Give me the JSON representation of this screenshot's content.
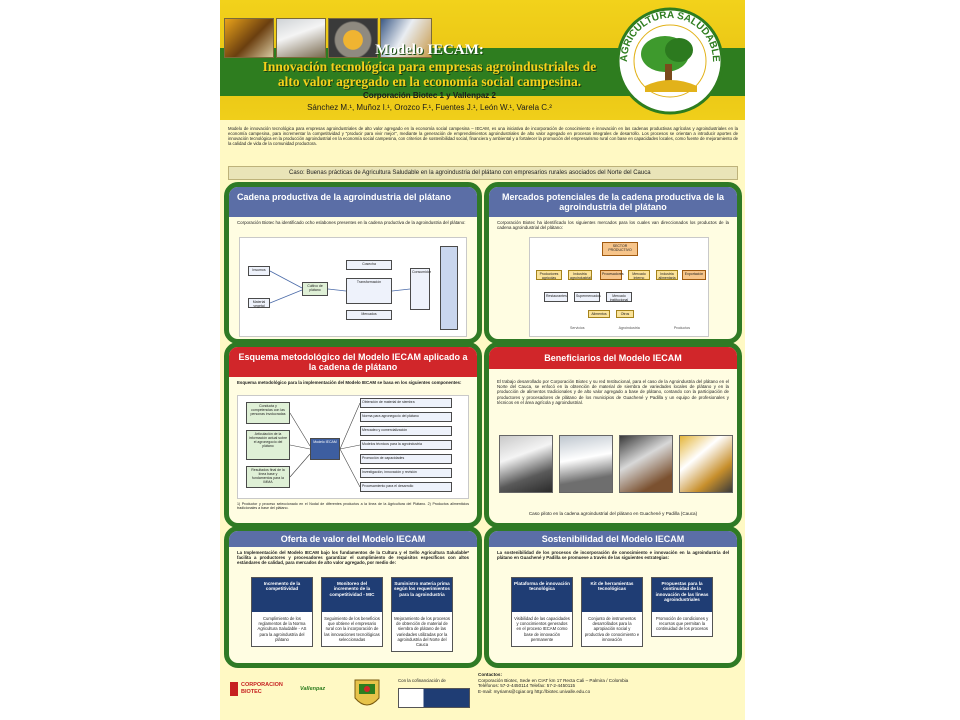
{
  "header": {
    "title": "Modelo IECAM:",
    "subtitle_1": "Innovación tecnológica para empresas agroindustriales de",
    "subtitle_2": "alto valor agregado en la economía social campesina.",
    "organization": "Corporación Biotec 1 y Vallenpaz 2",
    "authors": "Sánchez M.¹, Muñoz I.¹, Orozco F.¹, Fuentes J.¹, León W.¹, Varela C.²",
    "logo_text": "AGRICULTURA SALUDABLE"
  },
  "intro": "Modelo de innovación tecnológica para empresas agroindustriales de alto valor agregado en la economía social campesina – IECAM, es una iniciativa de incorporación de conocimiento e innovación en las cadenas productivas agrícolas y agroindustriales en la economía campesina, para incrementar la competitividad y \"producir para vivir mejor\", mediante la generación de emprendimientos agroindustriales de alto valor agregado en procesos integrales de desarrollo. Los procesos se orientan a introducir aportes de innovación tecnológica en la producción agroindustrial en la economía social campesina, con criterios de sostenibilidad social, financiera y ambiental y a fortalecer la promoción del empresarismo rural con base en capacidades locales, como fuente de mejoramiento de la calidad de vida de la comunidad productora.",
  "caso": "Caso: Buenas prácticas de Agricultura Saludable en la agroindustria del plátano con empresarios rurales asociados del Norte del Cauca",
  "cadena": {
    "title": "Cadena productiva de la agroindustria del plátano",
    "text": "Corporación Biotec ha identificado ocho eslabones presentes en la cadena productiva de la agroindustria del plátano:",
    "nodes": [
      "Insumos",
      "Material vegetal",
      "Cultivo de plátano",
      "Cosecha",
      "Transformación",
      "Mercados",
      "Consumidor"
    ]
  },
  "mercados": {
    "title": "Mercados potenciales de la cadena productiva de la agroindustria del plátano",
    "text": "Corporación Biotec ha identificado los siguientes mercados para los cuales van direccionados los productos de la cadena agroindustrial del plátano:",
    "center": "SECTOR PRODUCTIVO",
    "nodes": [
      "Productores agrícolas",
      "Industria agroindustrial",
      "Procesadores",
      "Mercado interno",
      "Industria alimentaria",
      "Exportación",
      "Restaurantes",
      "Supermercados",
      "Mercado institucional",
      "Alimentos",
      "Otros"
    ],
    "legend": [
      "Servicios",
      "Agroindustria",
      "Productos"
    ]
  },
  "esquema": {
    "title": "Esquema metodológico del Modelo IECAM aplicado a la cadena de plátano",
    "text": "Esquema metodológico para la implementación del Modelo IECAM se basa en los siguientes componentes:",
    "left_items": [
      "Conducta y competencias con las personas involucradas",
      "Articulación de la información actual sobre el agronegocio del plátano",
      "Resultados final de la línea base y fundamentos para la IMMA"
    ],
    "center": "Modelo IECAM",
    "right_items": [
      "Obtención de material de siembra",
      "Norma para agronegocio del plátano",
      "Mercadeo y comercialización",
      "Modelos técnicos para la agroindustria",
      "Promoción de capacidades",
      "Investigación, innovación y revisión",
      "Procesamiento para el desarrollo"
    ],
    "note": "1) Productor y proceso seleccionado en el Nodal de diferentes productos a la línea de la Agricultura del Plátano. 2) Productos alimenticios tradicionales a base del plátano."
  },
  "beneficiarios": {
    "title": "Beneficiarios del Modelo IECAM",
    "text": "El trabajo desarrollado por Corporación Biotec y su red Institucional, para el caso de la Agroindustria del plátano en el Norte del Cauca, se enfocó en la obtención de material de siembra de variedades locales de plátano y en la producción de alimentos tradicionales y de alto valor agregado a base de plátano, contando con la participación de productores y procesadores de plátano de los municipios de Guachené y Padilla y un equipo de profesionales y técnicos en el área agrícola y agroindustrial.",
    "caption": "Caso piloto en la cadena agroindustrial del plátano en Guachené y Padilla (Cauca)"
  },
  "oferta": {
    "title": "Oferta de valor del Modelo IECAM",
    "text": "La Implementación del Modelo IECAM bajo los fundamentos de la Cultura y el Sello Agricultura Saludable* facilita a productores y procesadores garantizar el cumplimiento de requisitos específicos con altos estándares de calidad, para mercados de alto valor agregado, por medio de:",
    "cards": [
      {
        "head": "Incremento de la competitividad",
        "body": "Cumplimiento de los reglamentos de la Norma Agricultura Saludable - AS para la agroindustria del plátano"
      },
      {
        "head": "Monitoreo del incremento de la competitividad - MIC",
        "body": "Seguimiento de los beneficios que obtiene el empresario rural con la incorporación de las innovaciones tecnológicas seleccionadas"
      },
      {
        "head": "Suministro materia prima según los requerimientos para la agroindustria",
        "body": "Mejoramiento de los procesos de obtención de material de siembra de plátano de las variedades utilizadas por la agroindustria del Norte del Cauca"
      }
    ]
  },
  "sostenibilidad": {
    "title": "Sostenibilidad del Modelo IECAM",
    "text": "La sostenibilidad de los procesos de incorporación de conocimiento e innovación en la agroindustria del plátano en Guachené y Padilla se promueve a través de las siguientes estrategias:",
    "cards": [
      {
        "head": "Plataforma de innovación tecnológica",
        "body": "Visibilidad de las capacidades y conocimientos generados en el proceso IECAM como base de innovación permanente"
      },
      {
        "head": "Kit de herramientas tecnológicas",
        "body": "Conjunto de instrumentos desarrollados para la apropiación social y productiva de conocimiento e innovación"
      },
      {
        "head": "Propuestas para la continuidad de la innovación de las líneas agroindustriales",
        "body": "Promoción de condiciones y recursos que permitan la continuidad de los procesos"
      }
    ]
  },
  "footer": {
    "biotec": "CORPORACION BIOTEC",
    "vallenpaz": "Vallenpaz",
    "cofinanciacion": "Con la cofinanciación de",
    "contact_label": "Contactos:",
    "contact_1": "Corporación Biotec, Sede en CIAT km 17 Recta Cali – Palmira / Colombia",
    "contact_2": "Teléfonos: 57-2-4450114 Telefax: 57-2-4450115",
    "contact_3": "E-mail: myriams@cgiar.org   http://biotec.univalle.edu.co"
  },
  "colors": {
    "poster_bg": "#fff9c4",
    "header_yellow": "#f2d21b",
    "header_green": "#2e7d1f",
    "panel_border": "#2f7a25",
    "blue_header": "#5b6ea6",
    "red_header": "#d1262a",
    "card_header": "#1f3d74"
  }
}
